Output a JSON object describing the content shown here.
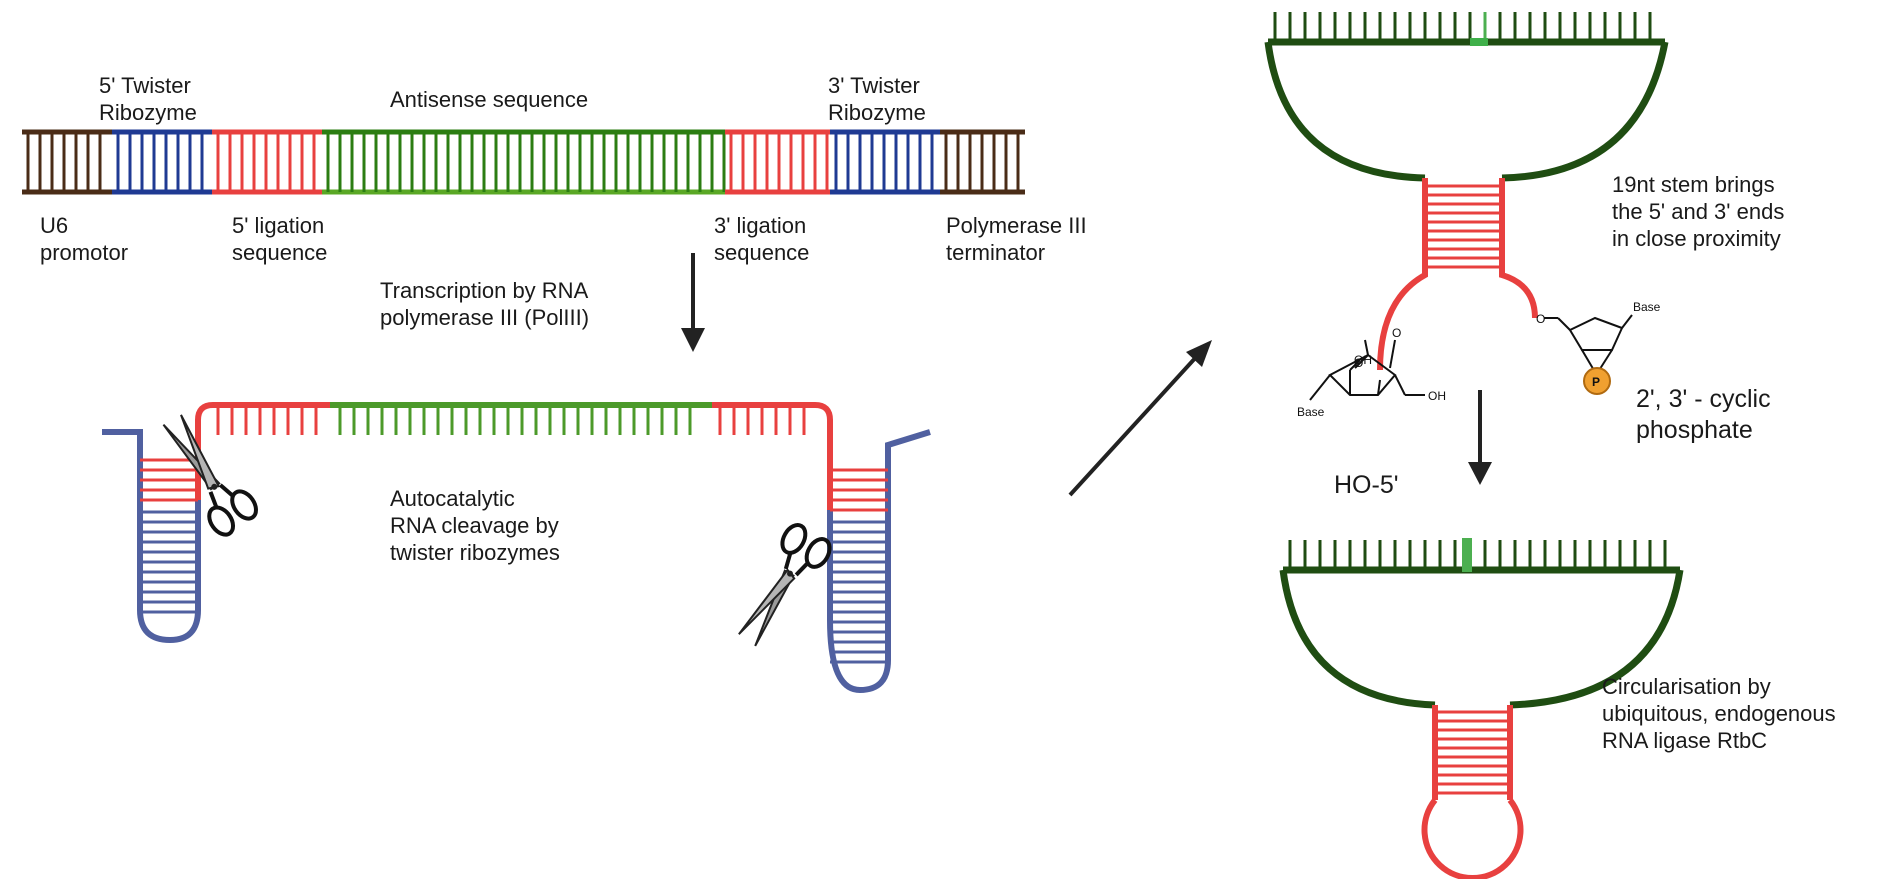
{
  "colors": {
    "promoter": "#4a2c17",
    "twister": "#1f3a93",
    "ligation": "#e8403f",
    "antisense": "#4c9a2a",
    "hairpin_blue": "#5060a0",
    "circle": "#1f4d12",
    "arrow": "#222222",
    "phosphate": "#f0a030"
  },
  "icons": [
    "scissors-icon",
    "scissors-icon",
    "down-arrow-icon",
    "diagonal-arrow-icon",
    "phosphate-circle-icon"
  ],
  "construct": {
    "label_5_twister": "5' Twister\nRibozyme",
    "label_antisense": "Antisense sequence",
    "label_3_twister": "3' Twister\nRibozyme",
    "label_u6": "U6\npromotor",
    "label_5_ligation": "5' ligation\nsequence",
    "label_3_ligation": "3' ligation\nsequence",
    "label_terminator": "Polymerase III\nterminator"
  },
  "steps": {
    "transcription": "Transcription by RNA\npolymerase III (PolIII)",
    "cleavage": "Autocatalytic\nRNA cleavage by\ntwister ribozymes",
    "stem": "19nt stem brings\nthe 5' and 3' ends\nin close proximity",
    "circularisation": "Circularisation by\nubiquitous, endogenous\nRNA ligase RtbC"
  },
  "chemistry": {
    "ho5": "HO-5'",
    "cyclic_phosphate": "2', 3' - cyclic\nphosphate",
    "oh_top": "OH",
    "o_bridge": "O",
    "base_left": "Base",
    "ring_o_left": "O",
    "oh_right": "OH",
    "o_link": "O",
    "base_right": "Base",
    "p_symbol": "P"
  }
}
